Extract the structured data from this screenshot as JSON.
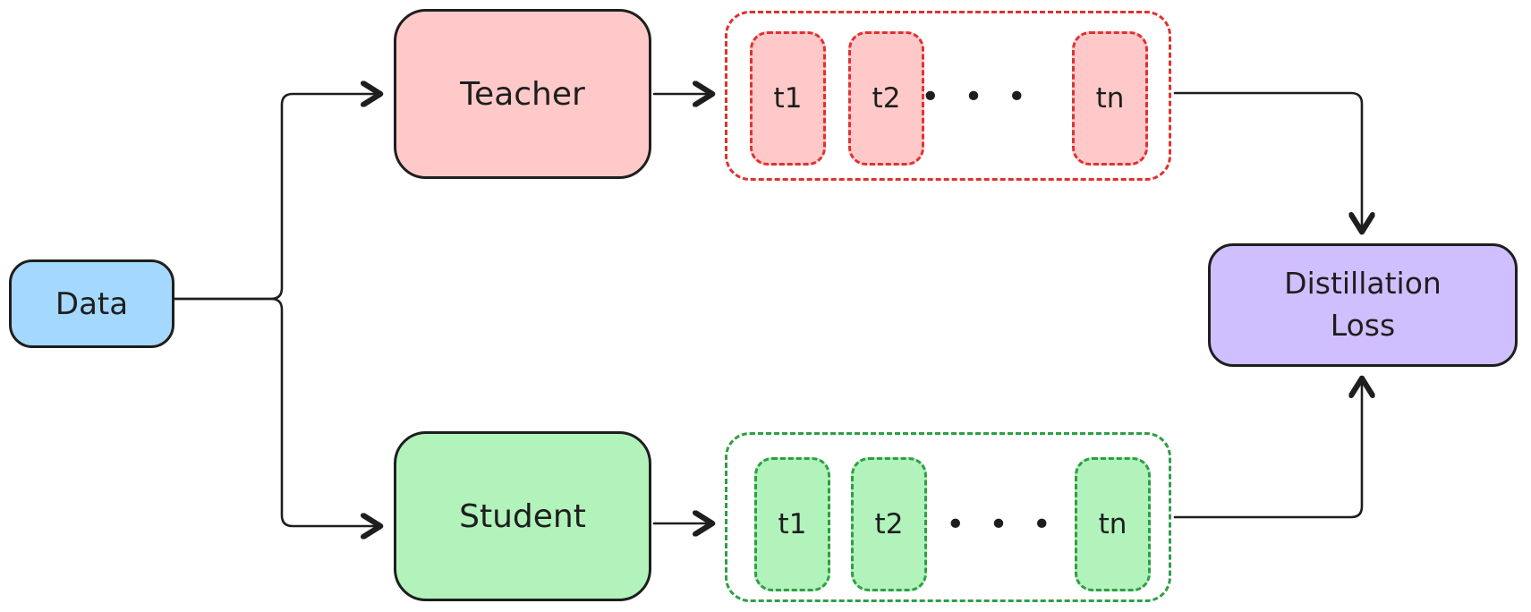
{
  "colors": {
    "ink": "#1e1e1e",
    "blue": "#a5d8ff",
    "pink": "#ffc9c9",
    "green": "#b2f2bb",
    "purple": "#d0bfff",
    "red-stroke": "#e03131",
    "green-stroke": "#2f9e44",
    "background": "#ffffff"
  },
  "nodes": {
    "data": {
      "label": "Data"
    },
    "teacher": {
      "label": "Teacher"
    },
    "student": {
      "label": "Student"
    },
    "loss": {
      "label": "Distillation Loss"
    }
  },
  "teacher_tokens": {
    "items": [
      {
        "label": "t1"
      },
      {
        "label": "t2"
      },
      {
        "label": "tn"
      }
    ],
    "ellipsis_dot": "•"
  },
  "student_tokens": {
    "items": [
      {
        "label": "t1"
      },
      {
        "label": "t2"
      },
      {
        "label": "tn"
      }
    ],
    "ellipsis_dot": "•"
  },
  "edges": [
    {
      "from": "data",
      "to": "teacher"
    },
    {
      "from": "data",
      "to": "student"
    },
    {
      "from": "teacher",
      "to": "teacher_tokens"
    },
    {
      "from": "student",
      "to": "student_tokens"
    },
    {
      "from": "teacher_tokens",
      "to": "loss"
    },
    {
      "from": "student_tokens",
      "to": "loss"
    }
  ]
}
